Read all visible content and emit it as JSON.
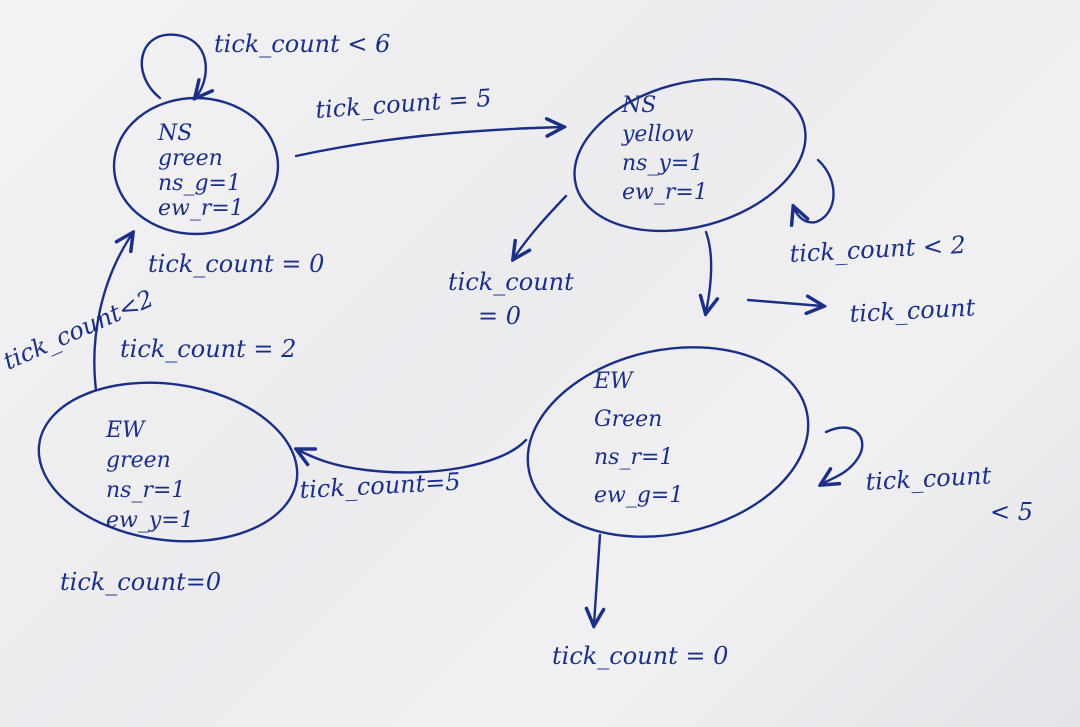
{
  "states": {
    "ns_green": {
      "lines": [
        "NS",
        "green",
        "ns_g=1",
        "ew_r=1"
      ]
    },
    "ns_yellow": {
      "lines": [
        "NS",
        "yellow",
        "ns_y=1",
        "ew_r=1"
      ]
    },
    "ew_green_right": {
      "lines": [
        "EW",
        "Green",
        "ns_r=1",
        "ew_g=1"
      ]
    },
    "ew_green_left": {
      "lines": [
        "EW",
        "green",
        "ns_r=1",
        "ew_y=1"
      ]
    }
  },
  "labels": {
    "ns_green_self_loop": "tick_count < 6",
    "ns_green_to_yellow": "tick_count = 5",
    "ns_green_action": "tick_count = 0",
    "ns_yellow_out": "tick_count",
    "ns_yellow_out_value": "= 0",
    "ns_yellow_self_loop": "tick_count < 2",
    "ns_yellow_side": "tick_count",
    "left_return_side": "tick_count<2",
    "left_to_ns_green": "tick_count = 2",
    "ew_to_left": "tick_count=5",
    "ew_self_loop": "tick_count",
    "ew_self_loop_value": "< 5",
    "left_action": "tick_count=0",
    "bottom_action": "tick_count = 0"
  }
}
